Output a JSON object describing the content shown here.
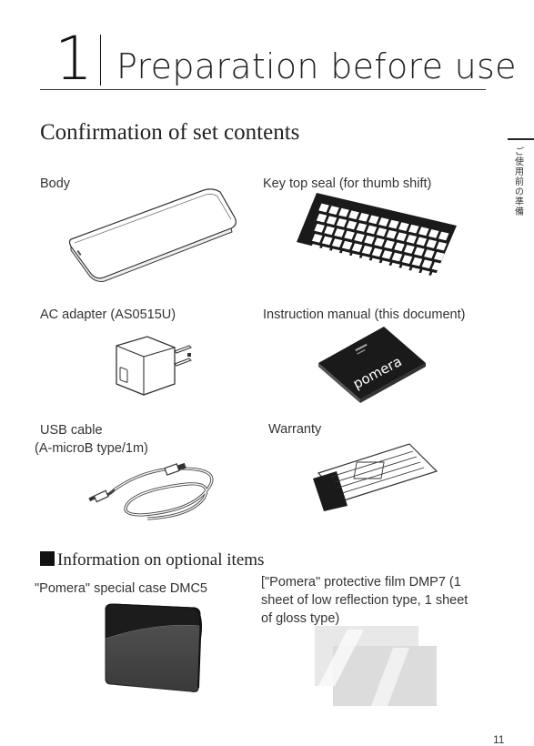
{
  "chapter": {
    "number": "1",
    "title": "Preparation before use"
  },
  "section_title": "Confirmation of set contents",
  "side_tab": "ご使用前の準備",
  "items": {
    "body": "Body",
    "keytop": "Key top seal (for thumb shift)",
    "adapter": "AC adapter (AS0515U)",
    "manual": "Instruction manual (this document)",
    "usb_line1": "USB cable",
    "usb_line2": "(A-microB type/1m)",
    "warranty": "Warranty"
  },
  "manual_cover_text": "pomera",
  "optional": {
    "heading": "Information on optional items",
    "case_label": "\"Pomera\" special case DMC5",
    "film_line1": "[\"Pomera\" protective film DMP7 (1",
    "film_line2": "sheet of low reflection type, 1 sheet",
    "film_line3": "of gloss type)"
  },
  "page_number": "11"
}
